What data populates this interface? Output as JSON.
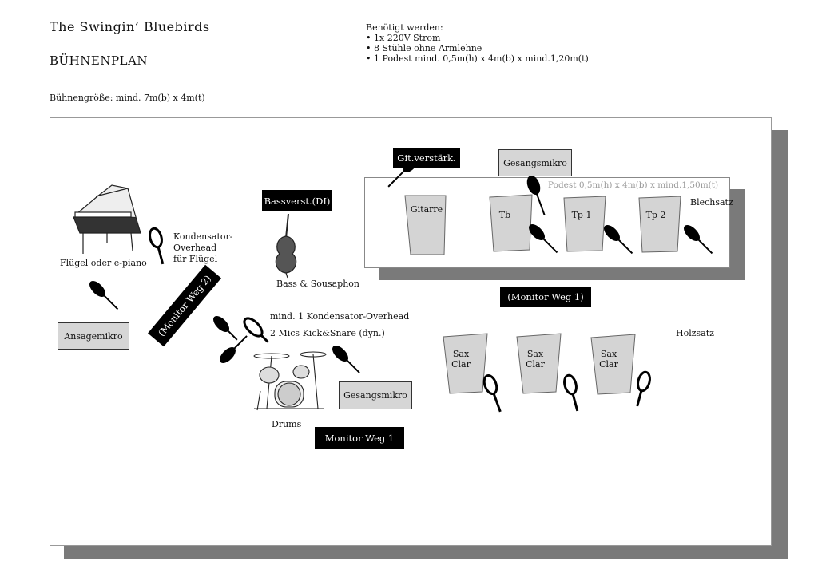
{
  "header": {
    "band_name": "The Swingin’ Bluebirds",
    "plan_title": "BÜHNENPLAN",
    "stage_size": "Bühnengröße: mind. 7m(b) x 4m(t)"
  },
  "requirements": {
    "title": "Benötigt werden:",
    "items": [
      "1x 220V Strom",
      "8 Stühle ohne Armlehne",
      "1 Podest mind. 0,5m(h) x 4m(b) x mind.1,20m(t)"
    ]
  },
  "podest": {
    "label": "Podest 0,5m(h) x 4m(b) x mind.1,50m(t)"
  },
  "labels": {
    "gitarren_verstaerker": "Git.verstärk.",
    "gesangsmikro_top": "Gesangsmikro",
    "bassverstaerker": "Bassverst.(DI)",
    "bass_sousaphon": "Bass & Sousaphon",
    "kondensator_line1": "Kondensator-",
    "kondensator_line2": "Overhead",
    "kondensator_line3": "für Flügel",
    "fluegel": "Flügel oder e-piano",
    "ansagemikro": "Ansagemikro",
    "monitor_weg2": "(Monitor Weg 2)",
    "monitor_weg1_podest": "(Monitor Weg 1)",
    "monitor_weg1_bottom": "Monitor Weg 1",
    "drums_overhead": "mind. 1 Kondensator-Overhead",
    "drums_kick_snare": "2 Mics Kick&Snare (dyn.)",
    "gesangsmikro_drums": "Gesangsmikro",
    "drums": "Drums",
    "blechsatz": "Blechsatz",
    "holzsatz": "Holzsatz"
  },
  "chairs_podest": [
    "Gitarre",
    "Tb",
    "Tp 1",
    "Tp 2"
  ],
  "chairs_sax": [
    {
      "line1": "Sax",
      "line2": "Clar"
    },
    {
      "line1": "Sax",
      "line2": "Clar"
    },
    {
      "line1": "Sax",
      "line2": "Clar"
    }
  ]
}
